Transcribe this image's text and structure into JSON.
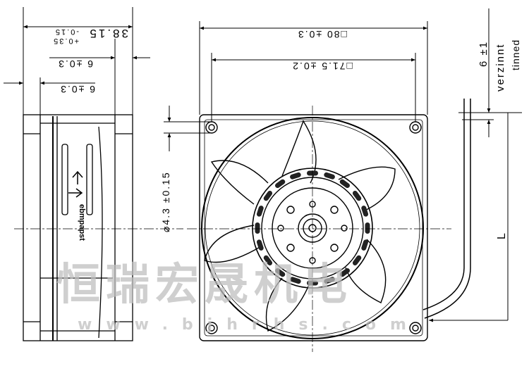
{
  "side_view": {
    "depth_dim": "38.15",
    "depth_tol_upper": "+0.35",
    "depth_tol_lower": "-0.15",
    "flange_dim_1": "6 ±0.3",
    "flange_dim_2": "6 ±0.3",
    "brand_label": "ebmpapst"
  },
  "front_view": {
    "outer_dim": "□80 ±0.3",
    "hole_spacing_dim": "□71.5 ±0.2",
    "hole_diameter_dim": "⌀4.3 ±0.15"
  },
  "wires": {
    "strip_length_dim": "6 ±1",
    "finish_de": "verzinnt",
    "finish_en": "tinned",
    "length_label": "L"
  },
  "watermark": {
    "company": "恒瑞宏晟机电",
    "website": "www.bjhrhs.com"
  }
}
